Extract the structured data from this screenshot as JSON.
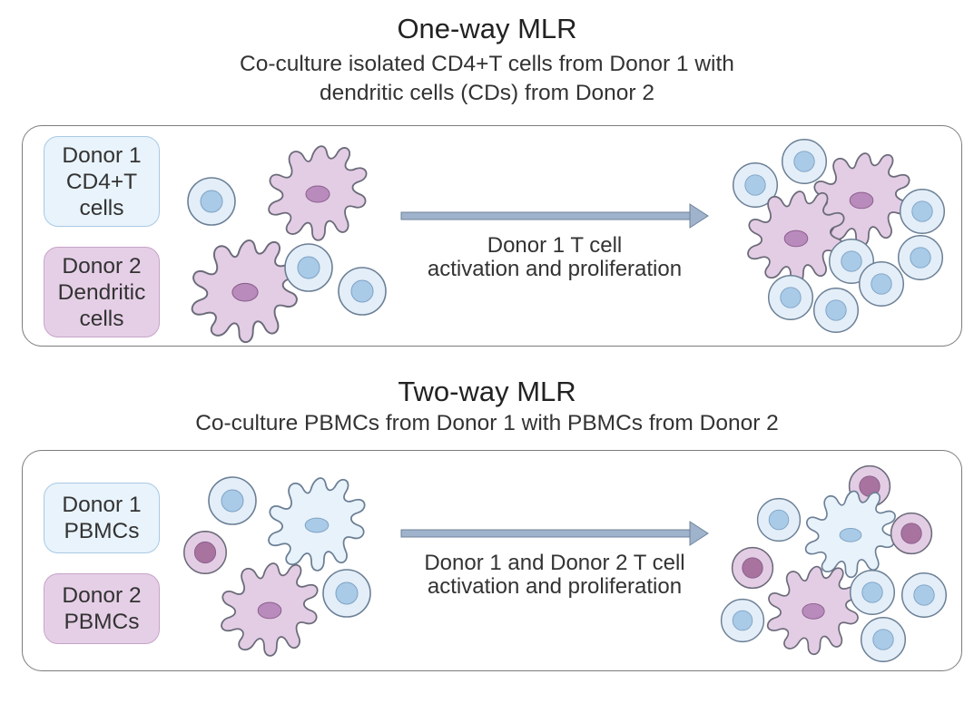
{
  "one_way": {
    "title": "One-way MLR",
    "subtitle_line1": "Co-culture isolated CD4+T cells from Donor 1 with",
    "subtitle_line2": "dendritic cells (CDs) from Donor 2",
    "donor1_tag": [
      "Donor 1",
      "CD4+T",
      "cells"
    ],
    "donor2_tag": [
      "Donor 2",
      "Dendritic",
      "cells"
    ],
    "arrow_label": [
      "Donor 1 T cell",
      "activation and proliferation"
    ]
  },
  "two_way": {
    "title": "Two-way MLR",
    "subtitle": "Co-culture PBMCs from Donor 1 with PBMCs from Donor 2",
    "donor1_tag": [
      "Donor 1",
      "PBMCs"
    ],
    "donor2_tag": [
      "Donor 2",
      "PBMCs"
    ],
    "arrow_label": [
      "Donor 1 and Donor 2 T cell",
      "activation and proliferation"
    ]
  },
  "colors": {
    "t_cell_fill": "#e3eef8",
    "t_cell_nucleus": "#a9cbe8",
    "dendritic_fill": "#e3cde4",
    "dendritic_nucleus": "#b98bbd",
    "dendritic_light_fill": "#e8f2fa",
    "arrow": "#9fb3cc"
  }
}
